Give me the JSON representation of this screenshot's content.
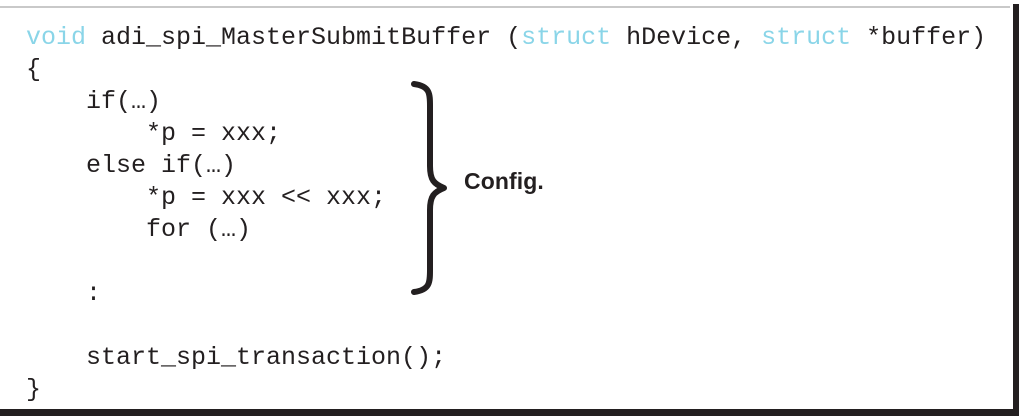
{
  "slide": {
    "background_color": "#ffffff",
    "top_rule_color": "#c9c9c9",
    "bar_color": "#231f20"
  },
  "code": {
    "language": "c",
    "keyword_color": "#8ad5e8",
    "text_color": "#231f20",
    "lines": [
      {
        "id": "line-signature",
        "segments": [
          {
            "text": "void",
            "kind": "keyword"
          },
          {
            "text": " adi_spi_MasterSubmitBuffer (",
            "kind": "plain"
          },
          {
            "text": "struct",
            "kind": "keyword"
          },
          {
            "text": " hDevice, ",
            "kind": "plain"
          },
          {
            "text": "struct",
            "kind": "keyword"
          },
          {
            "text": " *buffer)",
            "kind": "plain"
          }
        ]
      },
      {
        "id": "line-open-brace",
        "segments": [
          {
            "text": "{",
            "kind": "plain"
          }
        ]
      },
      {
        "id": "line-if",
        "segments": [
          {
            "text": "    if(…)",
            "kind": "plain"
          }
        ]
      },
      {
        "id": "line-assign-1",
        "segments": [
          {
            "text": "        *p = xxx;",
            "kind": "plain"
          }
        ]
      },
      {
        "id": "line-else-if",
        "segments": [
          {
            "text": "    else if(…)",
            "kind": "plain"
          }
        ]
      },
      {
        "id": "line-assign-2",
        "segments": [
          {
            "text": "        *p = xxx << xxx;",
            "kind": "plain"
          }
        ]
      },
      {
        "id": "line-for",
        "segments": [
          {
            "text": "        for (…)",
            "kind": "plain"
          }
        ]
      },
      {
        "id": "line-spacer-1",
        "segments": [
          {
            "text": " ",
            "kind": "plain"
          }
        ]
      },
      {
        "id": "line-continuation",
        "segments": [
          {
            "text": "    :",
            "kind": "plain"
          }
        ]
      },
      {
        "id": "line-spacer-2",
        "segments": [
          {
            "text": " ",
            "kind": "plain"
          }
        ]
      },
      {
        "id": "line-call",
        "segments": [
          {
            "text": "    start_spi_transaction();",
            "kind": "plain"
          }
        ]
      },
      {
        "id": "line-close-brace",
        "segments": [
          {
            "text": "}",
            "kind": "plain"
          }
        ]
      }
    ]
  },
  "annotation": {
    "brace_icon": "right-curly-brace-icon",
    "label": "Config.",
    "color": "#231f20"
  }
}
